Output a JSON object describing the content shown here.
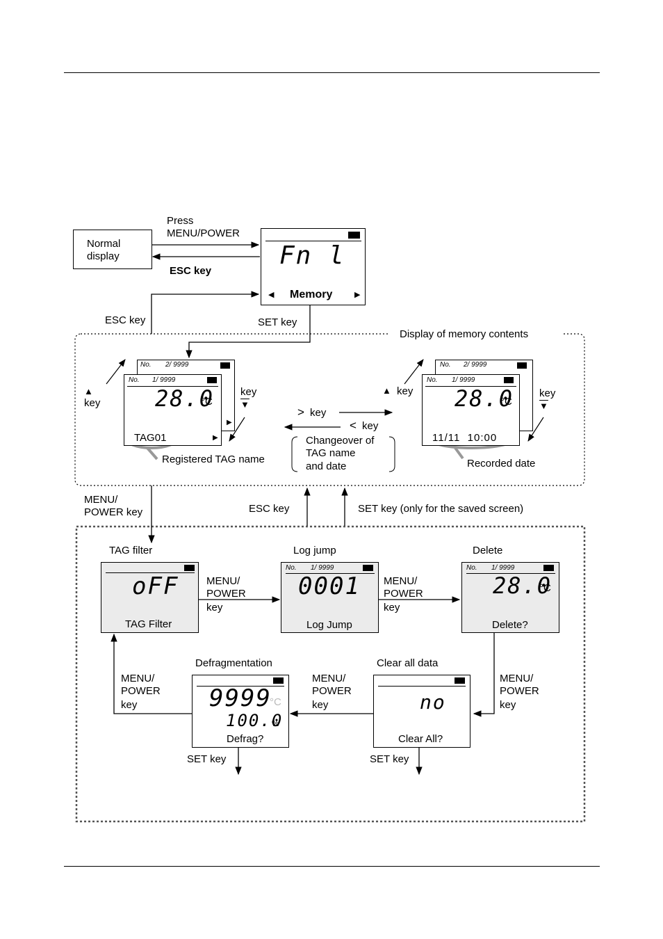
{
  "labels": {
    "normal_display": [
      "Normal",
      "display"
    ],
    "press_menu_power": [
      "Press",
      "MENU/POWER"
    ],
    "esc_key_top": "ESC key",
    "esc_key_left": "ESC key",
    "set_key_top": "SET key",
    "display_of_memory": "Display of memory contents",
    "up_key_left": "key",
    "down_key_left": "key",
    "up_key_right": "key",
    "down_key_right": "key",
    "right_key": "key",
    "left_key": "key",
    "changeover": [
      "Changeover of",
      "TAG name",
      "and date"
    ],
    "registered_tag": "Registered TAG name",
    "recorded_date": "Recorded date",
    "menu_power_key_left": [
      "MENU/",
      "POWER key"
    ],
    "esc_key_mid": "ESC key",
    "set_key_saved": "SET key (only for the saved screen)",
    "tag_filter_title": "TAG filter",
    "log_jump_title": "Log jump",
    "delete_title": "Delete",
    "defrag_title": "Defragmentation",
    "clear_all_title": "Clear all data",
    "mp_key_1": [
      "MENU/",
      "POWER",
      "key"
    ],
    "mp_key_2": [
      "MENU/",
      "POWER",
      "key"
    ],
    "mp_key_3": [
      "MENU/",
      "POWER",
      "key"
    ],
    "mp_key_4": [
      "MENU/",
      "POWER",
      "key"
    ],
    "mp_key_5": [
      "MENU/",
      "POWER",
      "key"
    ],
    "set_key_defrag": "SET key",
    "set_key_clear": "SET key"
  },
  "screens": {
    "fn1": {
      "main": "Fn l",
      "bottom": "Memory"
    },
    "memory_tag": {
      "no": "No.",
      "count_back": "2/ 9999",
      "count": "1/ 9999",
      "value": "28.0",
      "unit": "°C",
      "tag": "TAG01"
    },
    "memory_date": {
      "no": "No.",
      "count_back": "2/ 9999",
      "count": "1/ 9999",
      "value": "28.0",
      "unit": "°C",
      "date": "11/11  10:00"
    },
    "tag_filter": {
      "main": "oFF",
      "bottom": "TAG Filter"
    },
    "log_jump": {
      "no": "No.",
      "count": "1/ 9999",
      "main": "0001",
      "bottom": "Log Jump"
    },
    "delete": {
      "no": "No.",
      "count": "1/ 9999",
      "main": "28.0",
      "unit": "°C",
      "bottom": "Delete?"
    },
    "defrag": {
      "main": "9999",
      "unit": "°C",
      "percent": "100.0",
      "percent_unit": "%",
      "bottom": "Defrag?"
    },
    "clear_all": {
      "main": "no",
      "bottom": "Clear All?"
    }
  }
}
